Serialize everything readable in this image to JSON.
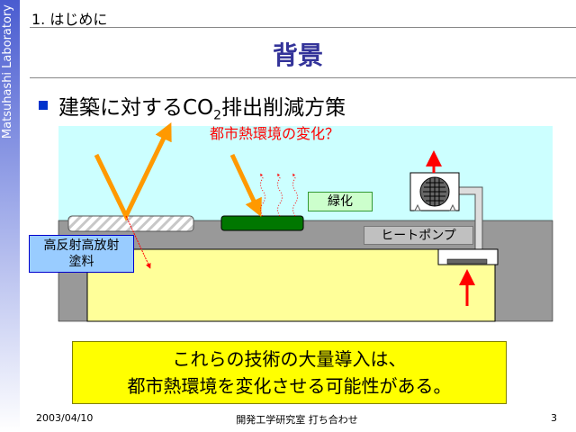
{
  "sidebar": {
    "lab_name": "Matsuhashi Laboratory"
  },
  "header": {
    "section": "1. はじめに",
    "title": "背景"
  },
  "bullet": {
    "text_before": "建築に対するCO",
    "subscript": "2",
    "text_after": "排出削減方策"
  },
  "diagram": {
    "question": "都市熱環境の変化？",
    "coating_label_line1": "高反射高放射",
    "coating_label_line2": "塗料",
    "greening_label": "緑化",
    "heatpump_label": "ヒートポンプ"
  },
  "callout": {
    "line1": "これらの技術の大量導入は、",
    "line2": "都市熱環境を変化させる可能性がある。"
  },
  "footer": {
    "date": "2003/04/10",
    "center": "開発工学研究室 打ち合わせ",
    "page": "3"
  }
}
